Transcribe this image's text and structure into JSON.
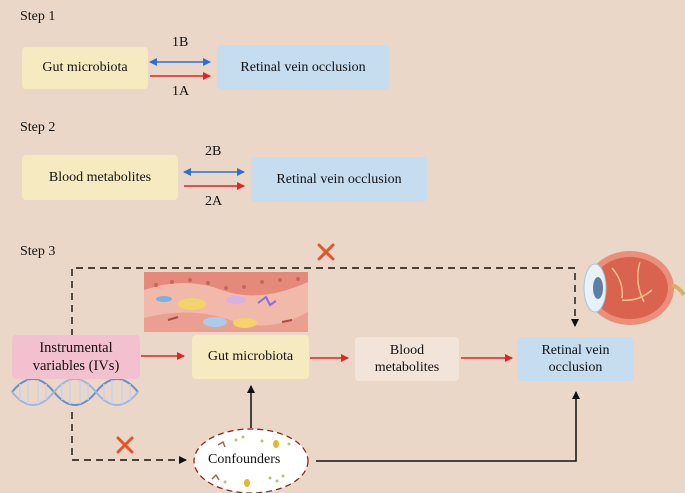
{
  "step1": {
    "title": "Step 1",
    "left": "Gut microbiota",
    "right": "Retinal vein occlusion",
    "top_label": "1B",
    "bottom_label": "1A"
  },
  "step2": {
    "title": "Step 2",
    "left": "Blood metabolites",
    "right": "Retinal vein occlusion",
    "top_label": "2B",
    "bottom_label": "2A"
  },
  "step3": {
    "title": "Step 3",
    "ivs": "Instrumental variables (IVs)",
    "gut": "Gut microbiota",
    "blood": "Blood metabolites",
    "rvo": "Retinal vein occlusion",
    "confounders": "Confounders"
  },
  "colors": {
    "forward": "#e0242a",
    "reverse": "#2e6fd6",
    "cross": "#e2562b"
  }
}
